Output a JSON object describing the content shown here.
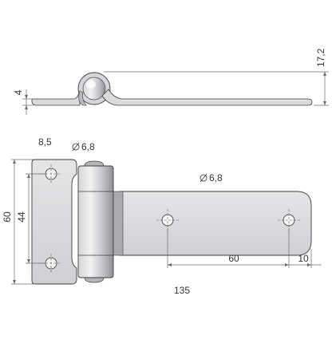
{
  "dimensions": {
    "total_height_side": "17,2",
    "plate_thickness": "4",
    "hole_edge_offset": "8,5",
    "hole_diameter_leaf": "6,8",
    "hole_diameter_strap": "6,8",
    "leaf_height": "60",
    "hole_spacing_vertical": "44",
    "hole_spacing_horizontal": "60",
    "end_offset": "10",
    "total_length": "135"
  },
  "colors": {
    "metal_light": "#e6e6e8",
    "metal_mid": "#c8c9cc",
    "metal_dark": "#8d8f93",
    "outline": "#3d3d3d",
    "dimension": "#6a6a6a"
  }
}
